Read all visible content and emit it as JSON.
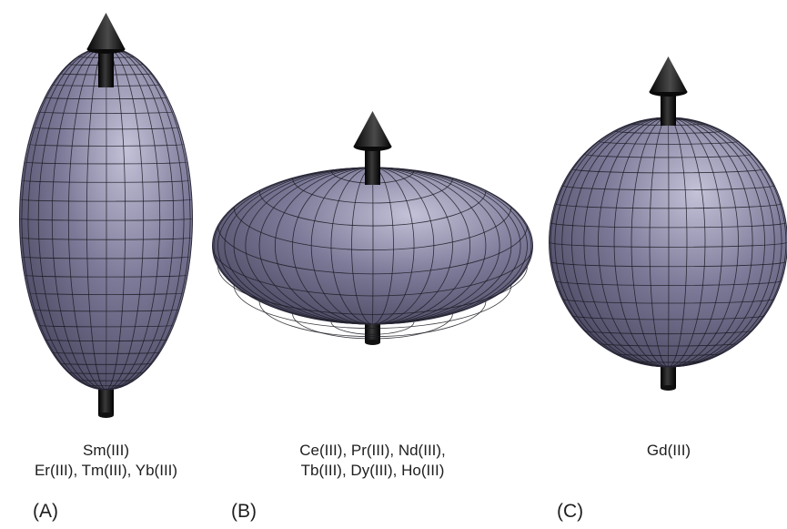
{
  "panels": [
    {
      "letter": "(A)",
      "shape": "prolate",
      "ions_line1": "Sm(III)",
      "ions_line2": "Er(III), Tm(III), Yb(III)"
    },
    {
      "letter": "(B)",
      "shape": "oblate",
      "ions_line1": "Ce(III), Pr(III), Nd(III),",
      "ions_line2": "Tb(III), Dy(III), Ho(III)"
    },
    {
      "letter": "(C)",
      "shape": "spherical",
      "ions_line1": "Gd(III)",
      "ions_line2": ""
    }
  ],
  "colors": {
    "surface_light": "#c4c2d8",
    "surface_mid": "#7c7a98",
    "surface_dark": "#3f3d55",
    "grid_line": "#1a1a22",
    "arrow": "#0c0c0c"
  }
}
